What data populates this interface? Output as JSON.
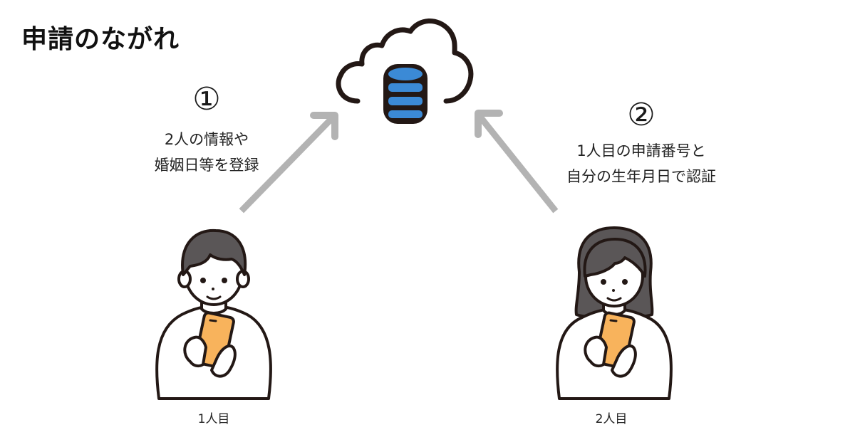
{
  "title": "申請のながれ",
  "colors": {
    "arrow": "#b3b3b3",
    "outline": "#231815",
    "database": "#3b8ad6",
    "hair": "#5a5657",
    "phone": "#f8b35c"
  },
  "steps": [
    {
      "number": "①",
      "lines": [
        "2人の情報や",
        "婚姻日等を登録"
      ]
    },
    {
      "number": "②",
      "lines": [
        "1人目の申請番号と",
        "自分の生年月日で認証"
      ]
    }
  ],
  "people": [
    {
      "label": "1人目",
      "icon": "man-with-phone"
    },
    {
      "label": "2人目",
      "icon": "woman-with-phone"
    }
  ],
  "cloud": {
    "icon": "cloud-database"
  }
}
